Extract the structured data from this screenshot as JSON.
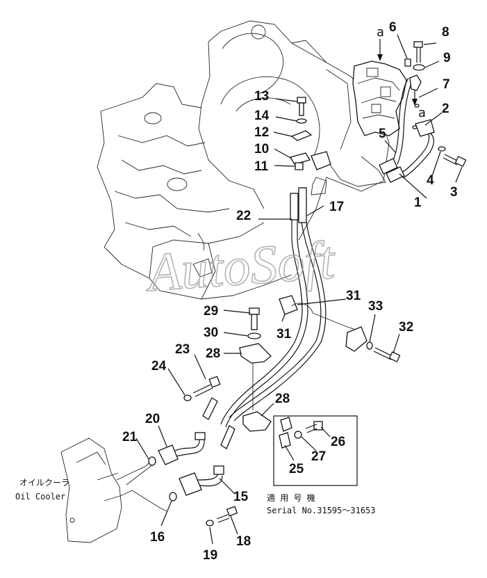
{
  "watermark": "AutoSoft",
  "view_marks": {
    "a_top": "a",
    "a_side": "a"
  },
  "oil_cooler": {
    "label_jp": "オイルクーラ",
    "label_en": "Oil Cooler"
  },
  "serial_note": {
    "line1": "適 用 号 機",
    "line2": "Serial No.31595～31653"
  },
  "callouts": [
    "1",
    "2",
    "3",
    "4",
    "5",
    "6",
    "7",
    "8",
    "9",
    "10",
    "11",
    "12",
    "13",
    "14",
    "15",
    "16",
    "17",
    "18",
    "19",
    "20",
    "21",
    "22",
    "23",
    "24",
    "25",
    "26",
    "27",
    "28",
    "28",
    "29",
    "30",
    "31",
    "31",
    "32",
    "33"
  ]
}
